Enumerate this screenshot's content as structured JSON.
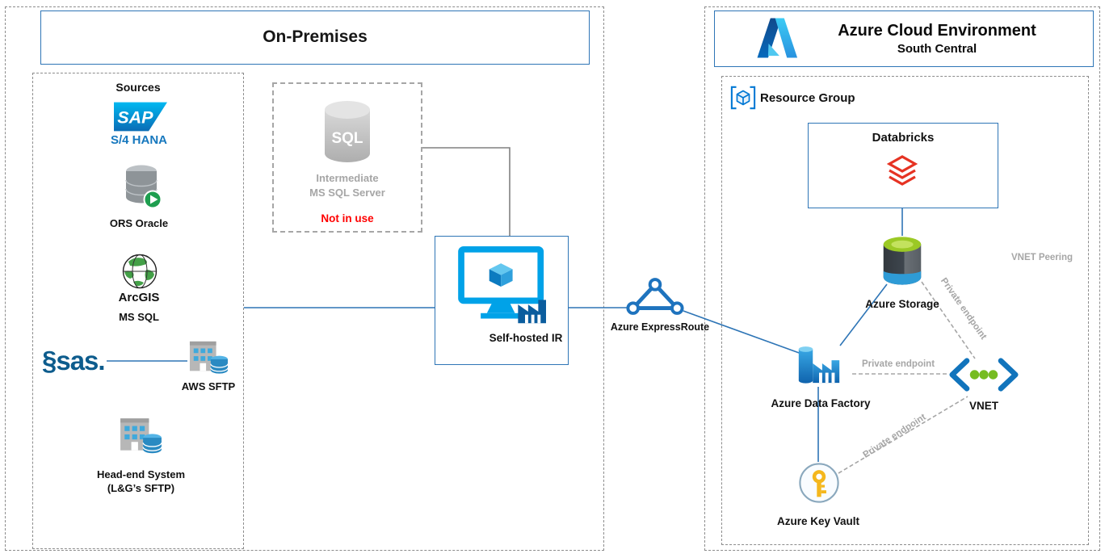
{
  "on_premises": {
    "title": "On-Premises",
    "sources": {
      "label": "Sources",
      "sap_logo_text": "SAP",
      "sap_label": "S/4 HANA",
      "oracle_label": "ORS Oracle",
      "arcgis_label": "ArcGIS",
      "arcgis_sublabel": "MS SQL",
      "sas_logo_text": "§sas.",
      "aws_sftp_label": "AWS SFTP",
      "head_end_label_line1": "Head-end System",
      "head_end_label_line2": "(L&G’s SFTP)"
    },
    "intermediate_sql": {
      "icon_text": "SQL",
      "name_line1": "Intermediate",
      "name_line2": "MS SQL Server",
      "status": "Not in use"
    },
    "self_hosted_ir_label": "Self-hosted IR"
  },
  "connectivity": {
    "expressroute_label": "Azure ExpressRoute"
  },
  "azure": {
    "title": "Azure Cloud Environment",
    "subtitle": "South Central",
    "resource_group": {
      "label": "Resource Group",
      "databricks_label": "Databricks",
      "storage_label": "Azure Storage",
      "data_factory_label": "Azure Data Factory",
      "vnet_label": "VNET",
      "key_vault_label": "Azure Key Vault",
      "vnet_peering_label": "VNET Peering",
      "private_endpoint_storage_label": "Private endpoint",
      "private_endpoint_adf_label": "Private endpoint",
      "private_endpoint_keyvault_label": "Private endpoint"
    }
  },
  "colors": {
    "boundary_blue": "#2e75b6",
    "azure_blue": "#0078d4",
    "gray_dashed": "#8c8c8c",
    "muted_gray": "#a6a6a6",
    "status_red": "#ff0000",
    "databricks_red": "#e63323",
    "vnet_green": "#76bc21",
    "key_yellow": "#f4b71d"
  }
}
